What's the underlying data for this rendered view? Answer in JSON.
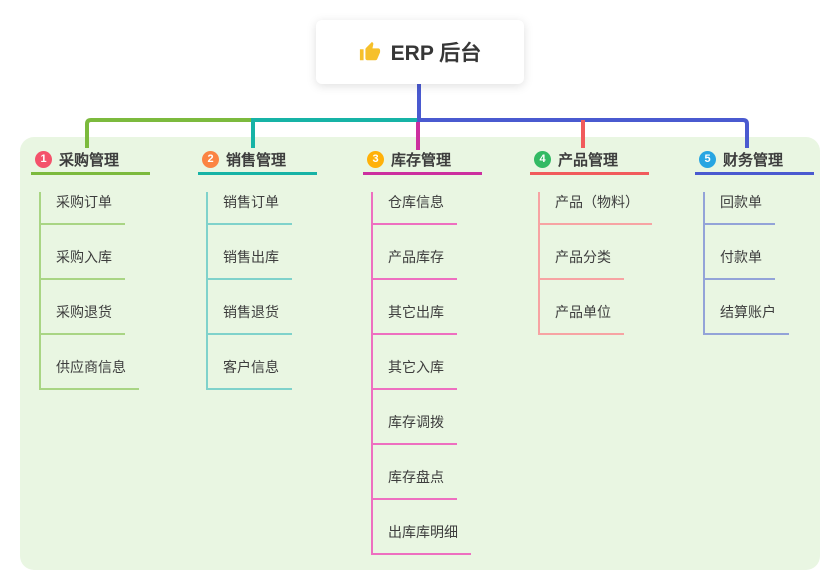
{
  "root": {
    "icon": "thumbs-up",
    "label": "ERP 后台",
    "trunk_color": "#4a5ad0",
    "icon_color": "#f6c02b"
  },
  "panel_bg": "#e9f6e2",
  "branches": [
    {
      "num": "1",
      "title": "采购管理",
      "badge_color": "#f4526b",
      "head_color": "#7cba3d",
      "line_color": "#a9d584",
      "children": [
        "采购订单",
        "采购入库",
        "采购退货",
        "供应商信息"
      ]
    },
    {
      "num": "2",
      "title": "销售管理",
      "badge_color": "#fb8443",
      "head_color": "#17b3a6",
      "line_color": "#7fd2cb",
      "children": [
        "销售订单",
        "销售出库",
        "销售退货",
        "客户信息"
      ]
    },
    {
      "num": "3",
      "title": "库存管理",
      "badge_color": "#ffb109",
      "head_color": "#cc2f9f",
      "line_color": "#ee6fc0",
      "children": [
        "仓库信息",
        "产品库存",
        "其它出库",
        "其它入库",
        "库存调拨",
        "库存盘点",
        "出库库明细"
      ]
    },
    {
      "num": "4",
      "title": "产品管理",
      "badge_color": "#33ba64",
      "head_color": "#f15b5c",
      "line_color": "#f7a3a3",
      "children": [
        "产品（物料）",
        "产品分类",
        "产品单位"
      ]
    },
    {
      "num": "5",
      "title": "财务管理",
      "badge_color": "#27a5e2",
      "head_color": "#4a5ad0",
      "line_color": "#93a3d8",
      "children": [
        "回款单",
        "付款单",
        "结算账户"
      ]
    }
  ]
}
